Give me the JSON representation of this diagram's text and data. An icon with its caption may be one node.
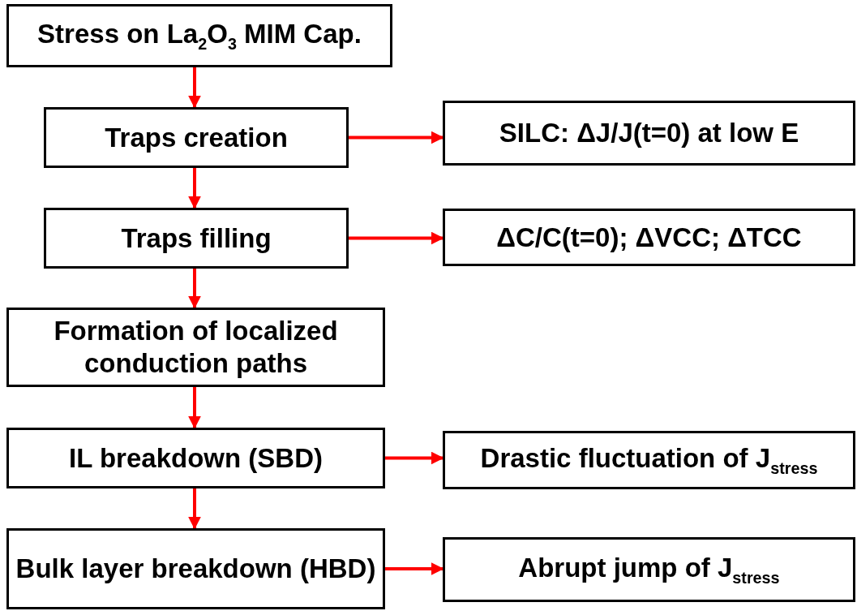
{
  "diagram": {
    "nodes": [
      {
        "text": [
          "Stress on La$_{2}$O$_{3}$ MIM Cap."
        ]
      },
      {
        "text": [
          "Traps creation"
        ]
      },
      {
        "text": [
          "SILC: ΔJ/J(t=0) at low E"
        ]
      },
      {
        "text": [
          "Traps filling"
        ]
      },
      {
        "text": [
          "ΔC/C(t=0); ΔVCC; ΔTCC"
        ]
      },
      {
        "text": [
          "Formation of localized conduction paths"
        ]
      },
      {
        "text": [
          "IL breakdown (SBD)"
        ]
      },
      {
        "text": [
          "Drastic fluctuation of J$_{stress}$"
        ]
      },
      {
        "text": [
          "Bulk layer breakdown (HBD)"
        ]
      },
      {
        "text": [
          "Abrupt jump of J$_{stress}$"
        ]
      }
    ],
    "edges": [
      {
        "from": 0,
        "to": 1,
        "arrow": "to",
        "color": "#ff0000"
      },
      {
        "from": 1,
        "to": 2,
        "arrow": "to",
        "color": "#ff0000"
      },
      {
        "from": 1,
        "to": 3,
        "arrow": "to",
        "color": "#ff0000"
      },
      {
        "from": 3,
        "to": 4,
        "arrow": "to",
        "color": "#ff0000"
      },
      {
        "from": 3,
        "to": 5,
        "arrow": "to",
        "color": "#ff0000"
      },
      {
        "from": 5,
        "to": 6,
        "arrow": "to",
        "color": "#ff0000"
      },
      {
        "from": 6,
        "to": 7,
        "arrow": "to",
        "color": "#ff0000"
      },
      {
        "from": 6,
        "to": 8,
        "arrow": "to",
        "color": "#ff0000"
      },
      {
        "from": 8,
        "to": 9,
        "arrow": "to",
        "color": "#ff0000"
      }
    ]
  }
}
